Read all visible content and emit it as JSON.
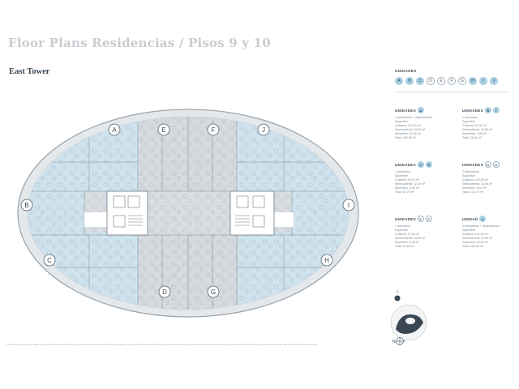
{
  "page": {
    "title": "Floor Plans Residencias / Pisos 9 y 10",
    "subtitle": "East Tower"
  },
  "colors": {
    "unit_fill": "#cfe3ee",
    "common_fill": "#d9dde1",
    "shell": "#9aa3ab",
    "marker_fill": "#ffffff"
  },
  "legend": {
    "header": "UNIDADES",
    "units": [
      "A",
      "B",
      "C",
      "D",
      "E",
      "F",
      "G",
      "H",
      "I",
      "J"
    ],
    "active": [
      "A",
      "B",
      "C",
      "H",
      "I",
      "J"
    ]
  },
  "plan_labels": {
    "A": "A",
    "B": "B",
    "C": "C",
    "D": "D",
    "E": "E",
    "F": "F",
    "G": "G",
    "H": "H",
    "I": "I",
    "J": "J"
  },
  "units_info": [
    {
      "header": "UNIDADES",
      "codes": [
        "A"
      ],
      "lines": [
        "2 dormitorios + dependencia",
        "Superficie",
        "Cubierta: 121,20 m²",
        "Semicubierta: 24,50 m²",
        "Amenities: 10,20 m²",
        "Total: 155,90 m²"
      ]
    },
    {
      "header": "UNIDADES",
      "codes": [
        "B",
        "I"
      ],
      "lines": [
        "1 dormitorio",
        "Superficie",
        "Cubierta: 60,30 m²",
        "Semicubierta: 13,60 m²",
        "Amenities: 4,50 m²",
        "Total: 78,40 m²"
      ]
    },
    {
      "header": "UNIDADES",
      "codes": [
        "C",
        "H"
      ],
      "lines": [
        "1 dormitorio",
        "Superficie",
        "Cubierta: 50,10 m²",
        "Semicubierta: 12,20 m²",
        "Amenities: 3,40 m²",
        "Total: 62,70 m²"
      ]
    },
    {
      "header": "UNIDADES",
      "codes": [
        "D",
        "G"
      ],
      "lines": [
        "2 dormitorios",
        "Superficie",
        "Cubierta: 100,30 m²",
        "Semicubierta: 14,40 m²",
        "Amenities: 8,00 m²",
        "Total: 122,70 m²"
      ]
    },
    {
      "header": "UNIDADES",
      "codes": [
        "E",
        "F"
      ],
      "lines": [
        "1 dormitorio",
        "Superficie",
        "Cubierta: 72,15 m²",
        "Semicubierta: 13,25 m²",
        "Amenities: 6,45 m²",
        "Total: 92,50 m²"
      ]
    },
    {
      "header": "UNIDAD",
      "codes": [
        "J"
      ],
      "lines": [
        "2 dormitorios + dependencia",
        "Superficie",
        "Cubierta: 121,20 m²",
        "Semicubierta: 24,55 m²",
        "Amenities: 10,20 m²",
        "Total: 155,95 m²"
      ]
    }
  ],
  "disclaimer": "La información y los planos, renders y textos incluidos son ilustrativos y no constituyen documentación contractual. Las imágenes y los equipamientos son a título ilustrativo y pueden variar sin previo aviso. Las superficies son aproximadas y pueden sufrir modificaciones por razones técnicas o de obra. Todos los derechos reservados.",
  "compass": {
    "label": "N"
  }
}
